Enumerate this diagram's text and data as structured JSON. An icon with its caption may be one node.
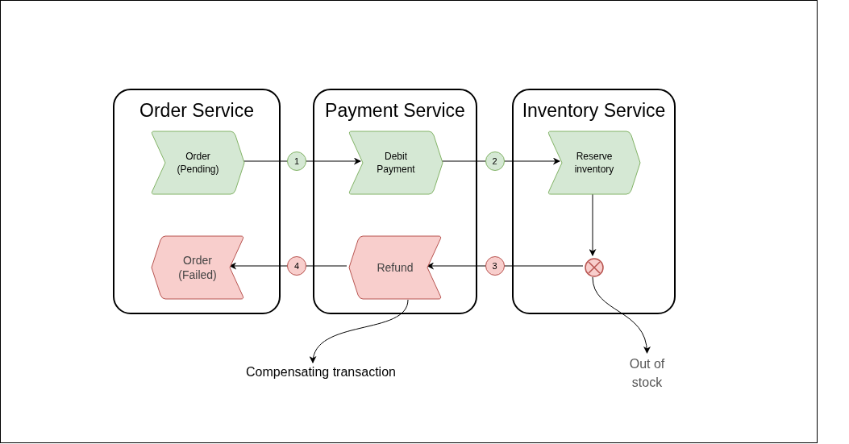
{
  "diagram": {
    "nodes": [
      {
        "text": [
          "Order Service"
        ]
      },
      {
        "text": [
          "Order (Pending)"
        ],
        "in": 0
      },
      {
        "text": [
          "Order (Failed)"
        ],
        "in": 0
      },
      {
        "text": [
          "Payment Service"
        ]
      },
      {
        "text": [
          "Debit Payment"
        ],
        "in": 3
      },
      {
        "text": [
          "Refund"
        ],
        "in": 3
      },
      {
        "text": [
          "Inventory Service"
        ]
      },
      {
        "text": [
          "Reserve inventory"
        ],
        "in": 6
      },
      {
        "text": [],
        "shape": "circle",
        "in": 6
      },
      {
        "text": [
          "Compensating transaction"
        ]
      },
      {
        "text": [
          "Out of stock"
        ]
      }
    ],
    "edges": [
      {
        "from": 1,
        "to": 4,
        "arrow": "to",
        "label": "1"
      },
      {
        "from": 4,
        "to": 7,
        "arrow": "to",
        "label": "2"
      },
      {
        "from": 7,
        "to": 8,
        "arrow": "to"
      },
      {
        "from": 8,
        "to": 5,
        "arrow": "to",
        "label": "3"
      },
      {
        "from": 5,
        "to": 2,
        "arrow": "to",
        "label": "4"
      },
      {
        "from": 5,
        "to": 9,
        "arrow": "to"
      },
      {
        "from": 8,
        "to": 10,
        "arrow": "to"
      }
    ]
  }
}
